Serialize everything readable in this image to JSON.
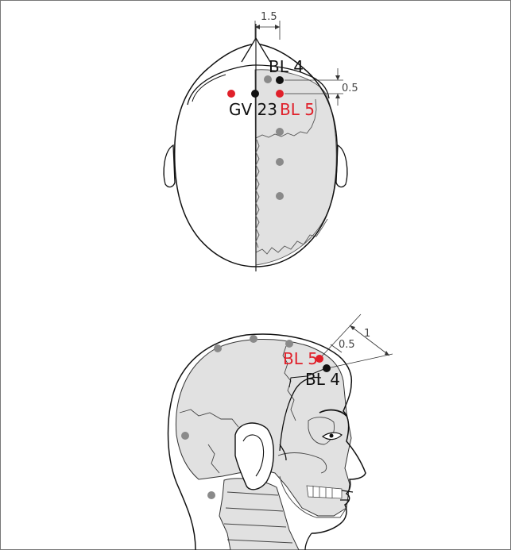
{
  "top_view": {
    "dimension_top": "1.5",
    "dimension_side": "0.5",
    "labels": {
      "bl4": "BL 4",
      "gv23": "GV 23",
      "bl5": "BL 5"
    }
  },
  "side_view": {
    "dimension_outer": "1",
    "dimension_inner": "0.5",
    "labels": {
      "bl5": "BL 5",
      "bl4": "BL 4"
    }
  },
  "colors": {
    "point_red": "#e0202a",
    "point_black": "#111111",
    "point_gray": "#8a8a8a",
    "skull_fill": "#e1e1e1",
    "outline": "#111111"
  }
}
